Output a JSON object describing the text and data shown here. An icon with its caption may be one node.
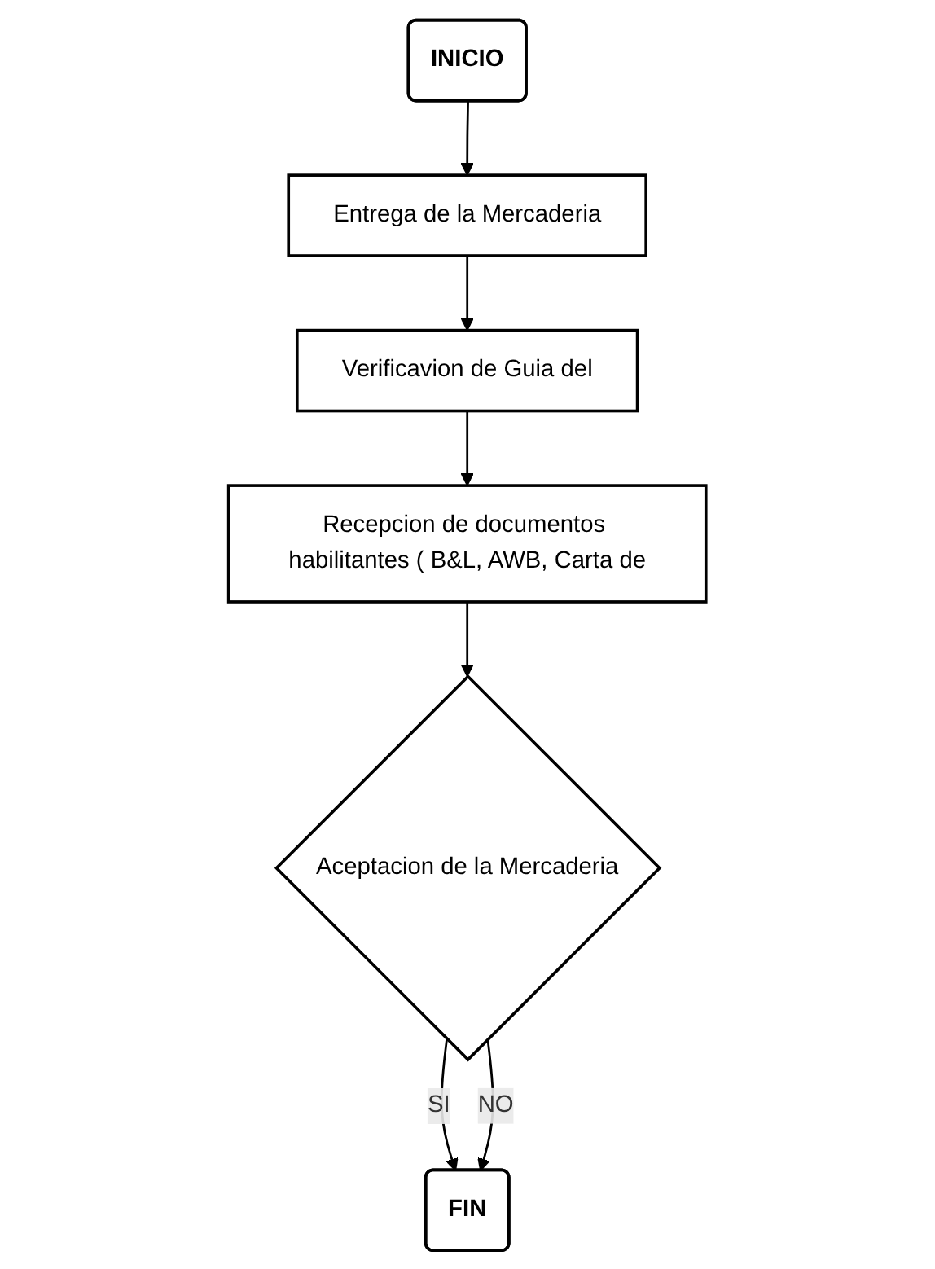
{
  "diagram": {
    "nodes": [
      {
        "text": [
          "INICIO"
        ]
      },
      {
        "text": [
          "Entrega de la Mercaderia"
        ]
      },
      {
        "text": [
          "Verificavion de Guia del"
        ]
      },
      {
        "text": [
          "Recepcion de documentos habilitantes ( B&L, AWB, Carta de"
        ]
      },
      {
        "text": [
          "Aceptacion de la Mercaderia"
        ]
      },
      {
        "text": [
          "FIN"
        ]
      }
    ],
    "edges": [
      {
        "from": 0,
        "to": 1,
        "arrow": "to"
      },
      {
        "from": 1,
        "to": 2,
        "arrow": "to"
      },
      {
        "from": 2,
        "to": 3,
        "arrow": "to"
      },
      {
        "from": 3,
        "to": 4,
        "arrow": "to"
      },
      {
        "from": 4,
        "to": 5,
        "label": "SI",
        "arrow": "to"
      },
      {
        "from": 4,
        "to": 5,
        "label": "NO",
        "arrow": "to"
      }
    ]
  }
}
